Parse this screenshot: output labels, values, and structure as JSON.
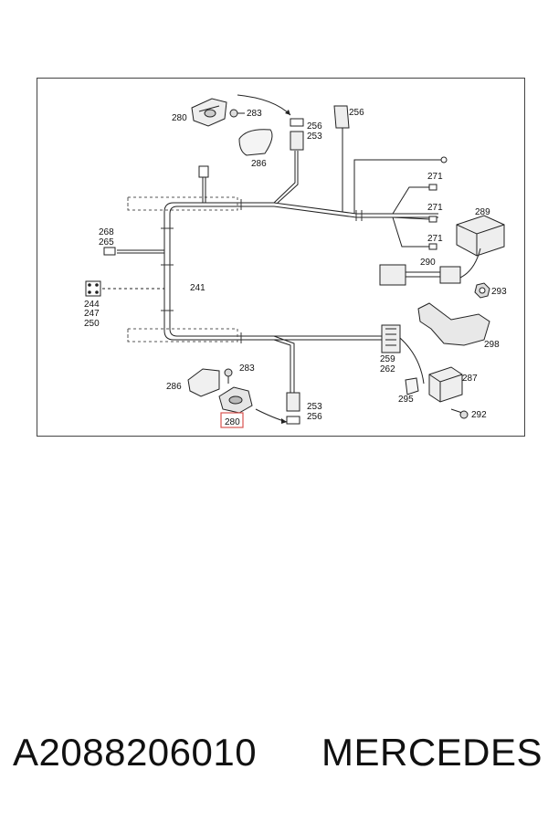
{
  "diagram": {
    "callouts": {
      "c280_top": "280",
      "c283_top": "283",
      "c256_top_a": "256",
      "c253_top": "253",
      "c256_top_b": "256",
      "c286_top": "286",
      "c271_a": "271",
      "c271_b": "271",
      "c271_c": "271",
      "c289": "289",
      "c268": "268",
      "c265": "265",
      "c241": "241",
      "c290": "290",
      "c293": "293",
      "c244": "244",
      "c247": "247",
      "c250": "250",
      "c298": "298",
      "c259": "259",
      "c262": "262",
      "c287": "287",
      "c286_bottom": "286",
      "c283_bottom": "283",
      "c295": "295",
      "c253_bottom": "253",
      "c256_bottom": "256",
      "c292": "292",
      "c280_bottom": "280"
    }
  },
  "footer": {
    "part_number": "A2088206010",
    "brand": "MERCEDES"
  }
}
